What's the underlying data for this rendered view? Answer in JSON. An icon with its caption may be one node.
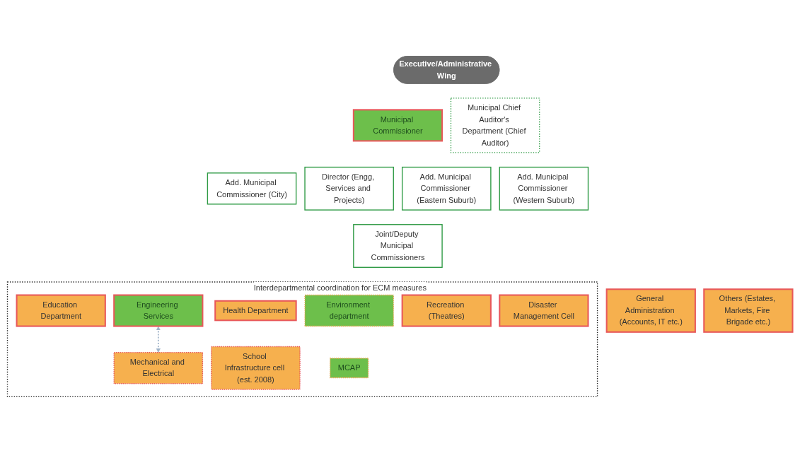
{
  "diagram": {
    "nodes": [
      {
        "text": [
          "Executive/Administrative Wing"
        ]
      },
      {
        "text": [
          "Municipal Commissioner"
        ]
      },
      {
        "text": [
          "Municipal Chief Auditor's Department (Chief Auditor)"
        ]
      },
      {
        "text": [
          "Add. Municipal Commissioner (City)"
        ]
      },
      {
        "text": [
          "Director (Engg, Services and Projects)"
        ]
      },
      {
        "text": [
          "Add. Municipal Commissioner (Eastern Suburb)"
        ]
      },
      {
        "text": [
          "Add. Municipal Commissioner (Western Suburb)"
        ]
      },
      {
        "text": [
          "Joint/Deputy Municipal Commissioners"
        ]
      },
      {
        "text": [
          "General Administration (Accounts, IT etc.)"
        ]
      },
      {
        "text": [
          "Interdepartmental coordination for ECM measures"
        ]
      },
      {
        "text": [
          "Education Department"
        ],
        "in": 9
      },
      {
        "text": [
          "Health Department"
        ],
        "in": 9
      },
      {
        "text": [
          "Engineering Services"
        ],
        "in": 9
      },
      {
        "text": [
          "Environment department"
        ],
        "in": 9
      },
      {
        "text": [
          "Recreation (Theatres)"
        ],
        "in": 9
      },
      {
        "text": [
          "Disaster Management Cell"
        ],
        "in": 9
      },
      {
        "text": [
          "Others (Estates, Markets, Fire Brigade etc.)"
        ]
      },
      {
        "text": [
          "Mechanical and Electrical"
        ],
        "in": 9
      },
      {
        "text": [
          "School Infrastructure cell (est. 2008)"
        ],
        "in": 9
      },
      {
        "text": [
          "MCAP"
        ],
        "in": 9
      }
    ],
    "edges": [
      {
        "from": 12,
        "to": 17,
        "arrow": "both",
        "style": "dashed",
        "color": "#9fb3c8"
      }
    ]
  }
}
